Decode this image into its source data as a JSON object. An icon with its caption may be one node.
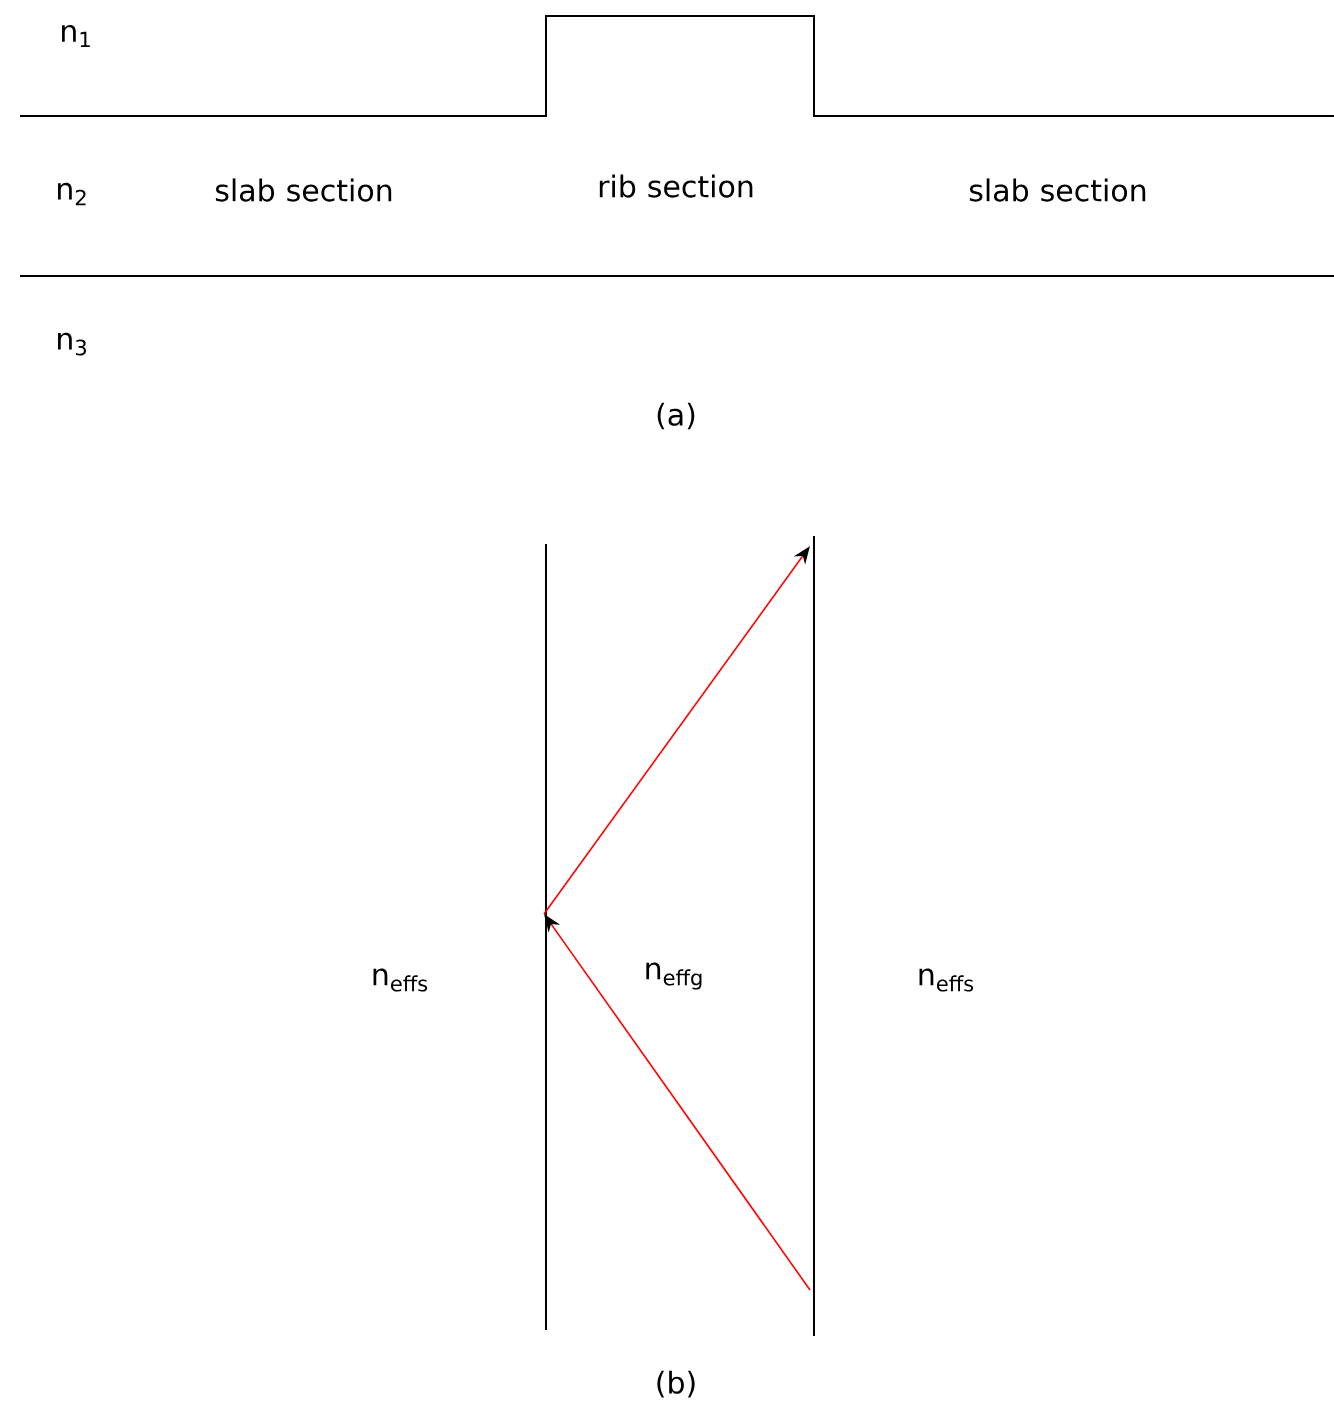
{
  "diagram": {
    "labels": [
      "n$_{1}$",
      "n$_{2}$",
      "slab section",
      "rib section",
      "slab section",
      "n$_{3}$",
      "(a)",
      "n$_{effs}$",
      "n$_{effg}$",
      "n$_{effs}$",
      "(b)"
    ]
  }
}
